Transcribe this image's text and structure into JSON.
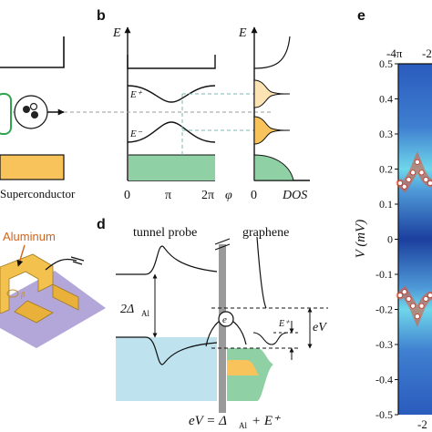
{
  "panel_labels": {
    "b": "b",
    "d": "d",
    "e": "e"
  },
  "panel_a": {
    "superconductor_label": "Superconductor",
    "aluminum_label": "Aluminum",
    "flux_label": "β",
    "colors": {
      "superconductor": "#f7c35a",
      "green_loop": "#2ea44f",
      "purple_substrate": "#b3a6d9",
      "aluminum": "#f3c14d"
    }
  },
  "panel_b": {
    "axis_E_left": "E",
    "axis_E_right": "E",
    "E_plus": "E⁺",
    "E_minus": "E⁻",
    "x_ticks": [
      "0",
      "π",
      "2π"
    ],
    "x_axis_symbol": "φ",
    "dos_ticks": [
      "0"
    ],
    "dos_label": "DOS",
    "colors": {
      "band_fill": "#8fd0a4",
      "peak_fill": "#f7c35a",
      "dashed": "#7bb9b0"
    }
  },
  "panel_d": {
    "tunnel_probe_label": "tunnel probe",
    "graphene_label": "graphene",
    "gap_label": "2Δ",
    "gap_subscript": "Al",
    "E_plus": "E⁺",
    "eV_label": "eV",
    "electron_label": "e",
    "equation_lhs": "eV = Δ",
    "equation_sub": "Al",
    "equation_rhs": "+ E⁺",
    "colors": {
      "probe_fill": "#bfe3ee",
      "graphene_fill": "#8fd0a4",
      "peak_fill": "#f7c35a"
    }
  },
  "panel_e": {
    "top_ticks": [
      "-4π",
      "-2"
    ],
    "bottom_tick": "-2",
    "y_axis_label": "V (mV)",
    "y_ticks": [
      "0.5",
      "0.4",
      "0.3",
      "0.2",
      "0.1",
      "0",
      "-0.1",
      "-0.2",
      "-0.3",
      "-0.4",
      "-0.5"
    ],
    "colors": {
      "background": "#1b4aa8",
      "band": "#5fd2e8",
      "peak": "#e6522c"
    }
  },
  "chart_data": {
    "type": "heatmap",
    "title": "",
    "xlabel": "",
    "ylabel": "V (mV)",
    "ylim": [
      -0.5,
      0.5
    ],
    "x_ticks": [
      "-4π",
      "-2"
    ],
    "y_ticks": [
      0.5,
      0.4,
      0.3,
      0.2,
      0.1,
      0,
      -0.1,
      -0.2,
      -0.3,
      -0.4,
      -0.5
    ],
    "series": [
      {
        "x": [
          0,
          1,
          2,
          3,
          4,
          5,
          6,
          7
        ],
        "values": [
          0.16,
          0.15,
          0.17,
          0.19,
          0.22,
          0.19,
          0.17,
          0.16
        ]
      },
      {
        "x": [
          0,
          1,
          2,
          3,
          4,
          5,
          6,
          7
        ],
        "values": [
          -0.16,
          -0.15,
          -0.17,
          -0.19,
          -0.22,
          -0.19,
          -0.17,
          -0.16
        ]
      }
    ]
  }
}
